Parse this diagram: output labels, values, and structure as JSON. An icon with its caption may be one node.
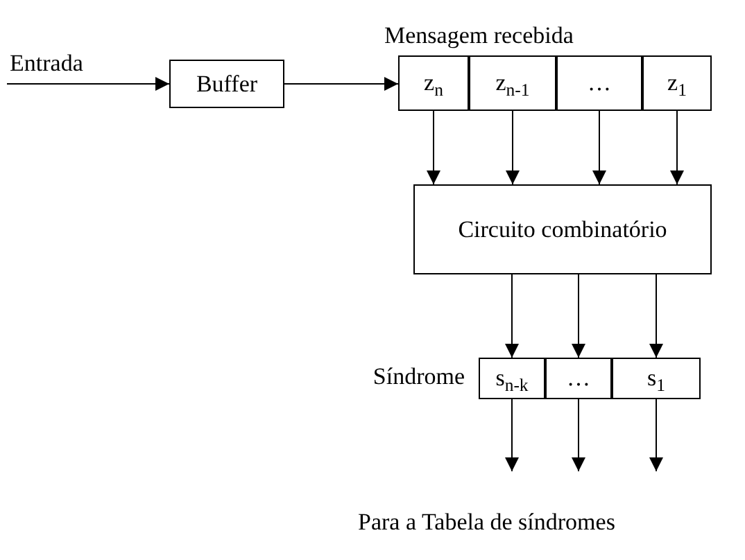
{
  "diagram": {
    "nodes": [
      {
        "text": [
          "Buffer"
        ]
      },
      {
        "text": [
          "Mensagem recebida"
        ]
      },
      {
        "text": [
          "z$_{n}$"
        ],
        "in": 1
      },
      {
        "text": [
          "z$_{n-1}$"
        ],
        "in": 1
      },
      {
        "text": [
          "…"
        ],
        "in": 1
      },
      {
        "text": [
          "z$_{1}$"
        ],
        "in": 1
      },
      {
        "text": [
          "Circuito combinatório"
        ]
      },
      {
        "text": [
          "Síndrome"
        ]
      },
      {
        "text": [
          "s$_{n-k}$"
        ],
        "in": 7
      },
      {
        "text": [
          "…"
        ],
        "in": 7
      },
      {
        "text": [
          "s$_{1}$"
        ],
        "in": 7
      }
    ],
    "edges": [
      {
        "from": null,
        "to": 0,
        "arrow": "to",
        "label": "Entrada"
      },
      {
        "from": 0,
        "to": 1,
        "arrow": "to"
      },
      {
        "from": 2,
        "to": 6,
        "arrow": "to"
      },
      {
        "from": 3,
        "to": 6,
        "arrow": "to"
      },
      {
        "from": 4,
        "to": 6,
        "arrow": "to"
      },
      {
        "from": 5,
        "to": 6,
        "arrow": "to"
      },
      {
        "from": 6,
        "to": 8,
        "arrow": "to"
      },
      {
        "from": 6,
        "to": 9,
        "arrow": "to"
      },
      {
        "from": 6,
        "to": 10,
        "arrow": "to"
      },
      {
        "from": 8,
        "to": null,
        "arrow": "to"
      },
      {
        "from": 9,
        "to": null,
        "arrow": "to"
      },
      {
        "from": 10,
        "to": null,
        "arrow": "to"
      }
    ],
    "labels": [
      "Para a Tabela de síndromes"
    ]
  }
}
